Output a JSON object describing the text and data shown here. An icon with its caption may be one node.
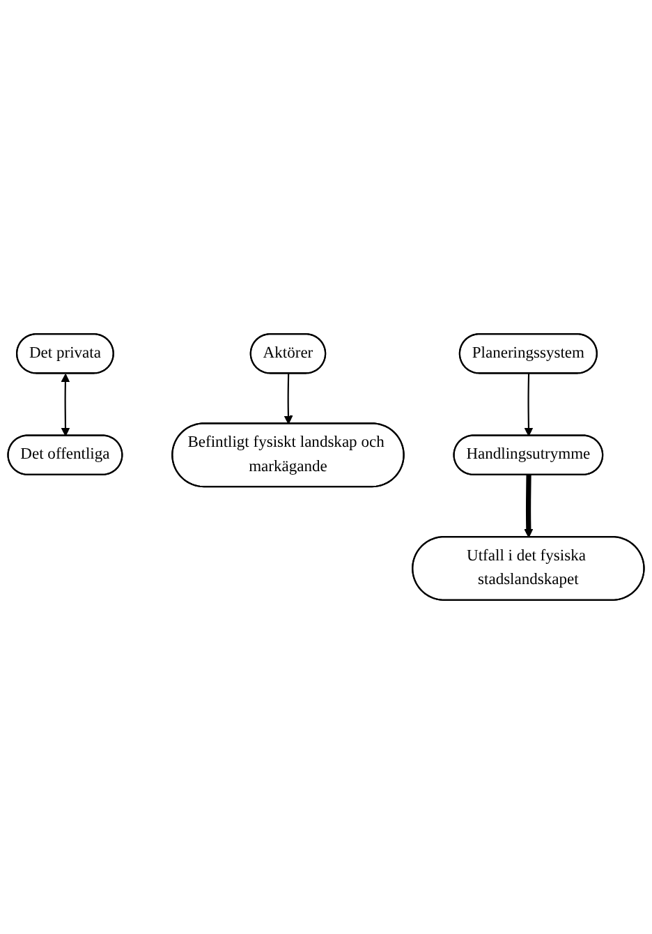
{
  "diagram": {
    "nodes": [
      {
        "text": [
          "Det privata"
        ]
      },
      {
        "text": [
          "Det offentliga"
        ]
      },
      {
        "text": [
          "Aktörer"
        ]
      },
      {
        "text": [
          "Befintligt fysiskt landskap och markägande"
        ]
      },
      {
        "text": [
          "Planeringssystem"
        ]
      },
      {
        "text": [
          "Handlingsutrymme"
        ]
      },
      {
        "text": [
          "Utfall i det fysiska stadslandskapet"
        ]
      }
    ],
    "edges": [
      {
        "from": 0,
        "to": 1,
        "arrow": "both"
      },
      {
        "from": 2,
        "to": 3,
        "arrow": "to"
      },
      {
        "from": 4,
        "to": 5,
        "arrow": "to"
      },
      {
        "from": 5,
        "to": 6,
        "arrow": "to",
        "style": "thick"
      }
    ]
  }
}
